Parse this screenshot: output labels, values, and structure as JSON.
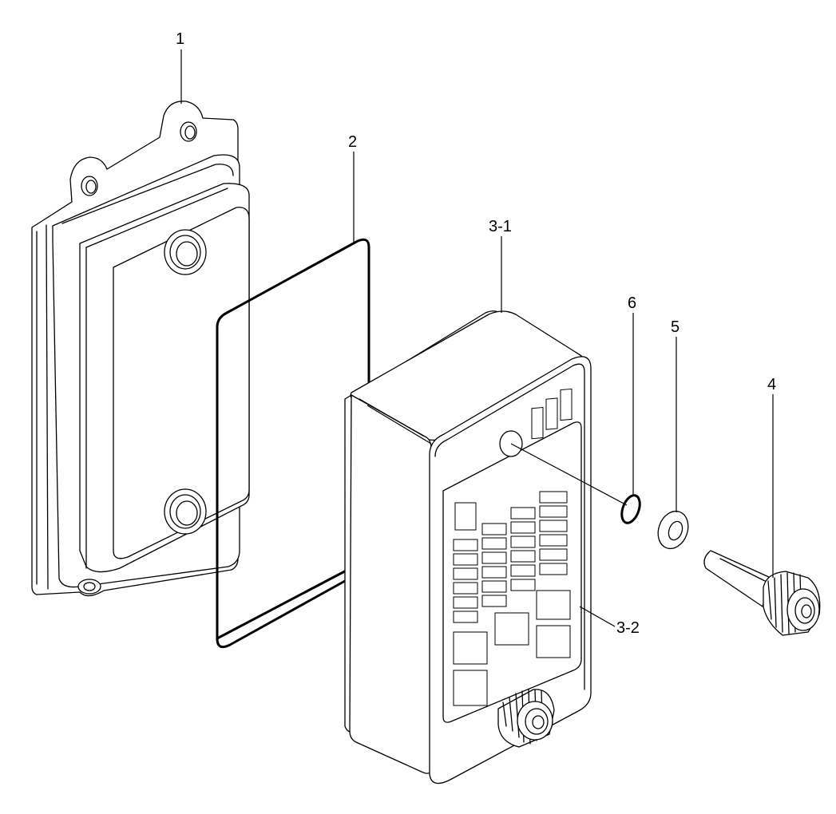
{
  "diagram": {
    "callouts": [
      {
        "id": "c1",
        "label": "1"
      },
      {
        "id": "c2",
        "label": "2"
      },
      {
        "id": "c31",
        "label": "3-1"
      },
      {
        "id": "c32",
        "label": "3-2"
      },
      {
        "id": "c4",
        "label": "4"
      },
      {
        "id": "c5",
        "label": "5"
      },
      {
        "id": "c6",
        "label": "6"
      }
    ],
    "parts": {
      "base": "mounting-base-plate",
      "gasket": "gasket",
      "box": "fuse-box-cover",
      "decal": "fuse-label-decal",
      "knob": "knurled-thumb-screw",
      "washer": "flat-washer",
      "oring": "o-ring"
    }
  }
}
